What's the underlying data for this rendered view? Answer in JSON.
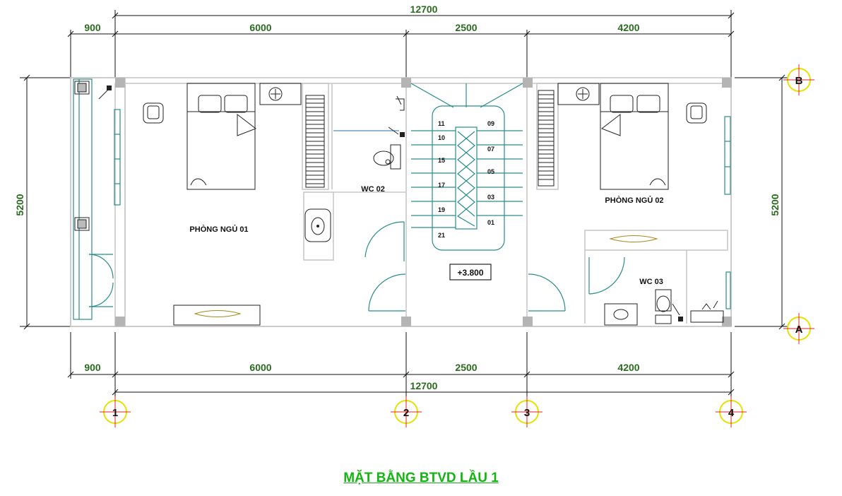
{
  "title": "MẶT BẰNG BTVD LẦU 1",
  "dimensions": {
    "top_total": "12700",
    "top_segments": [
      "900",
      "6000",
      "2500",
      "4200"
    ],
    "bottom_segments": [
      "900",
      "6000",
      "2500",
      "4200"
    ],
    "bottom_total": "12700",
    "left_height": "5200",
    "right_height": "5200"
  },
  "rooms": {
    "bedroom_1": "PHÒNG NGỦ 01",
    "bedroom_2": "PHÒNG NGỦ 02",
    "wc_2": "WC 02",
    "wc_3": "WC 03"
  },
  "stairs": {
    "left_steps": [
      "11",
      "10",
      "15",
      "17",
      "19",
      "21"
    ],
    "right_steps": [
      "09",
      "07",
      "05",
      "03",
      "01"
    ]
  },
  "level_marker": "+3.800",
  "grid_axes": {
    "vertical": [
      "1",
      "2",
      "3",
      "4"
    ],
    "horizontal": [
      "B",
      "A"
    ]
  },
  "colors": {
    "dimension_text": "#2b6b1f",
    "title": "#13b513",
    "axis_bubble": "#e8e000",
    "axis_cross": "#e02020",
    "window": "#2a8c8c"
  }
}
